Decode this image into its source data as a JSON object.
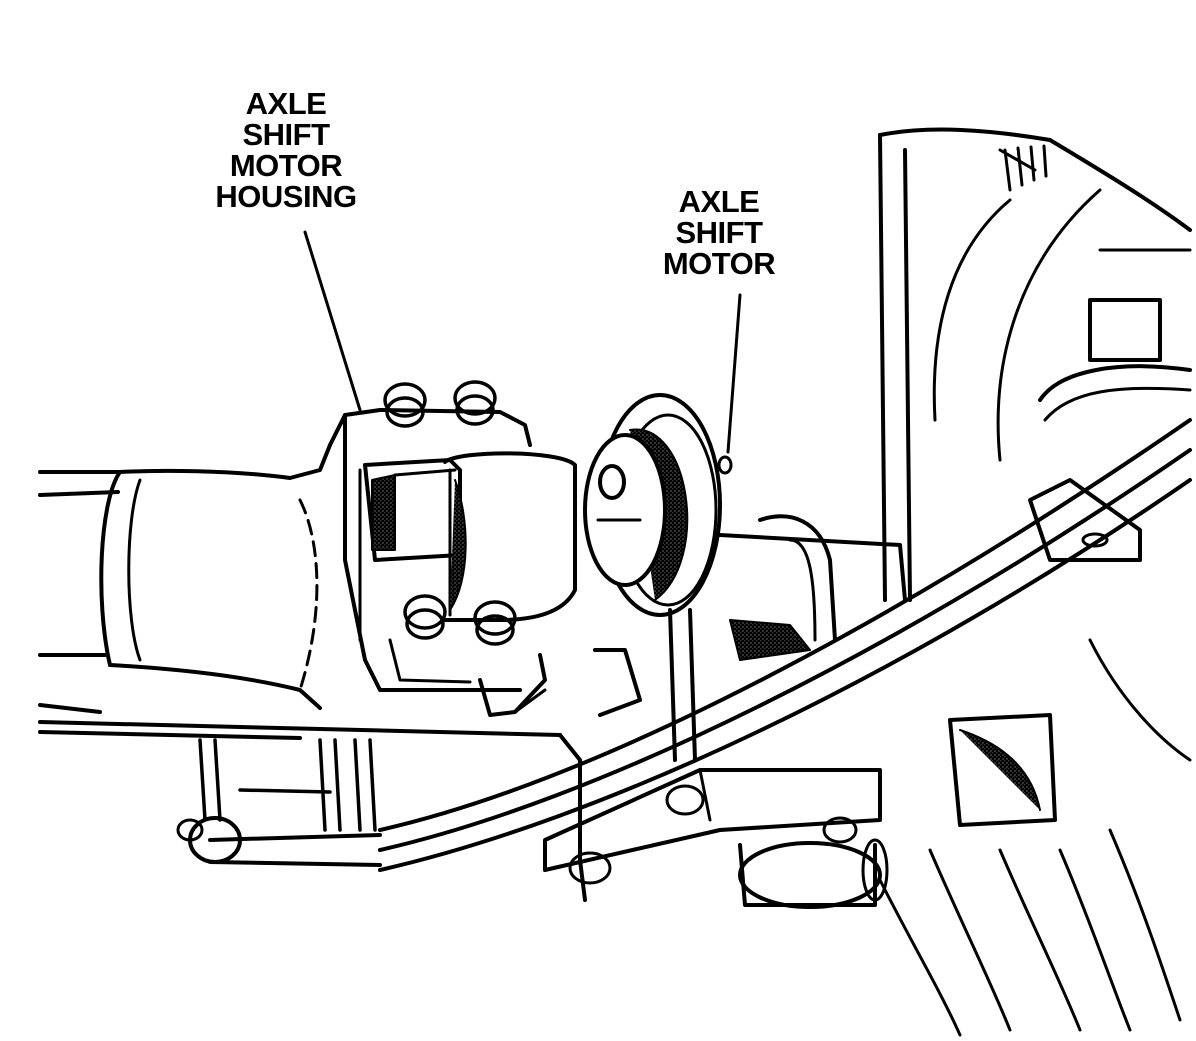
{
  "labels": {
    "housing": [
      "AXLE",
      "SHIFT",
      "MOTOR",
      "HOUSING"
    ],
    "motor": [
      "AXLE",
      "SHIFT",
      "MOTOR"
    ]
  },
  "colors": {
    "ink": "#000000",
    "paper": "#ffffff",
    "shading": "#bdbdbd"
  }
}
